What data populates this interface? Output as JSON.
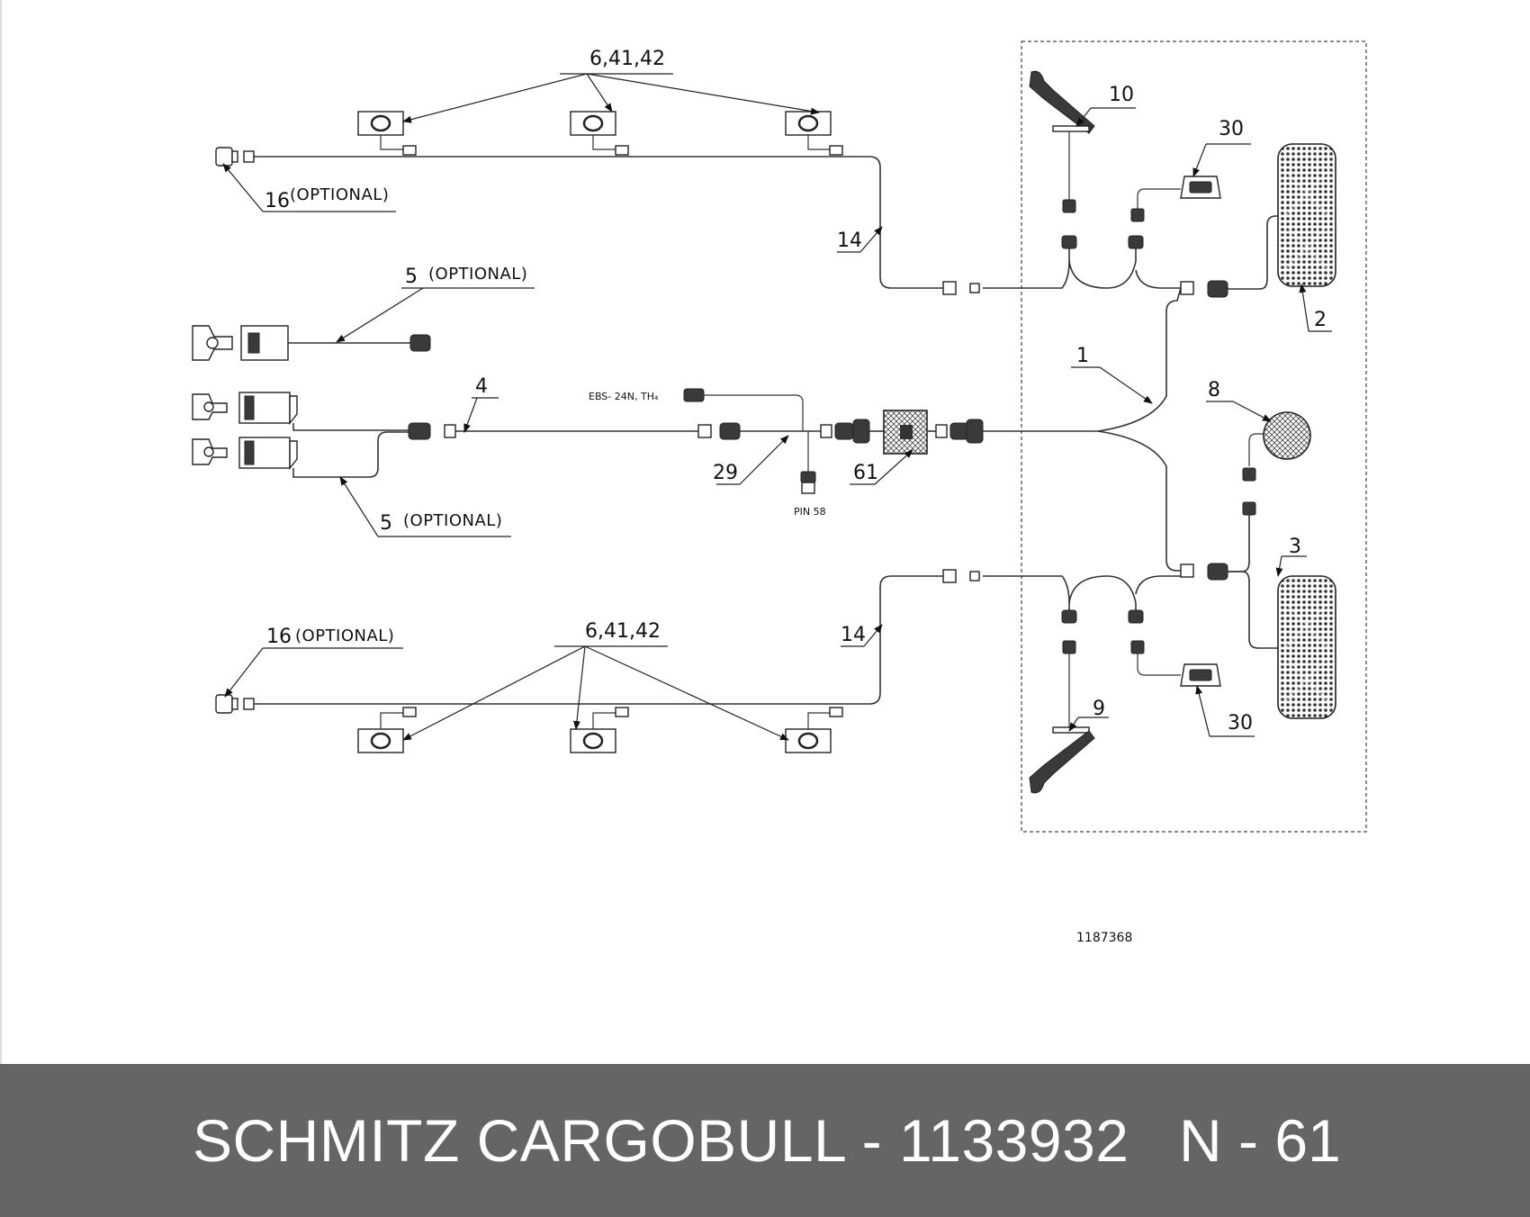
{
  "diagram": {
    "labels": {
      "l_6_41_42_top": "6,41,42",
      "l_6_41_42_bottom": "6,41,42",
      "l_16_top": "16",
      "l_16_top_opt": "(OPTIONAL)",
      "l_16_bottom": "16",
      "l_16_bottom_opt": "(OPTIONAL)",
      "l_14_top": "14",
      "l_14_bottom": "14",
      "l_5_top": "5",
      "l_5_top_opt": "(OPTIONAL)",
      "l_5_bottom": "5",
      "l_5_bottom_opt": "(OPTIONAL)",
      "l_4": "4",
      "l_29": "29",
      "l_61": "61",
      "l_1": "1",
      "l_2": "2",
      "l_3": "3",
      "l_8": "8",
      "l_9": "9",
      "l_10": "10",
      "l_30_top": "30",
      "l_30_bottom": "30",
      "ebs_note": "EBS- 24N, TH₄",
      "pin_note": "PIN 58",
      "drawing_number": "1187368"
    }
  },
  "footer": {
    "part_reference": "SCHMITZ CARGOBULL - 1133932",
    "code": "N - 61"
  }
}
